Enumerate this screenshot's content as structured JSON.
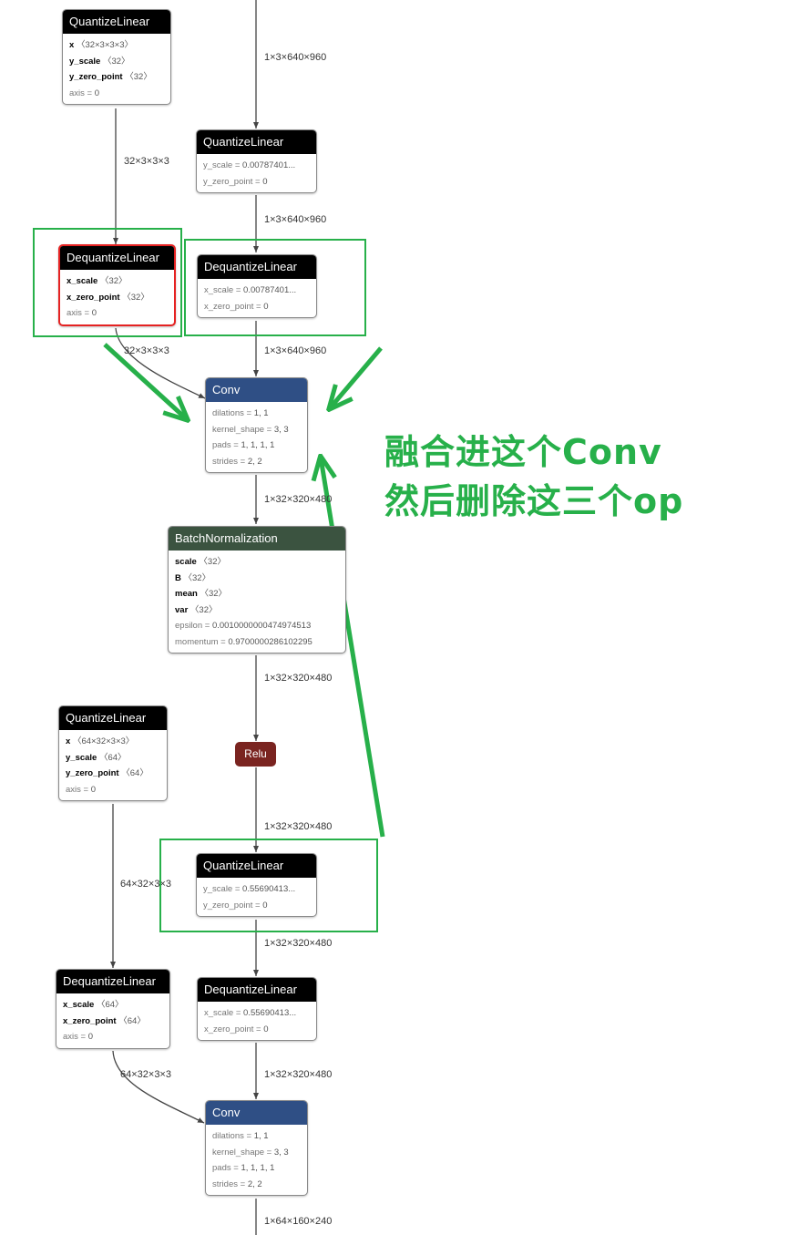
{
  "nodes": {
    "q1": {
      "title": "QuantizeLinear",
      "attrs": [
        {
          "k": "x",
          "v": "〈32×3×3×3〉",
          "bold": true
        },
        {
          "k": "y_scale",
          "v": "〈32〉",
          "bold": true
        },
        {
          "k": "y_zero_point",
          "v": "〈32〉",
          "bold": true
        },
        {
          "k": "axis",
          "v": "0",
          "bold": false
        }
      ]
    },
    "q2": {
      "title": "QuantizeLinear",
      "attrs": [
        {
          "k": "y_scale",
          "v": "0.00787401...",
          "bold": false
        },
        {
          "k": "y_zero_point",
          "v": "0",
          "bold": false
        }
      ]
    },
    "dq1": {
      "title": "DequantizeLinear",
      "attrs": [
        {
          "k": "x_scale",
          "v": "〈32〉",
          "bold": true
        },
        {
          "k": "x_zero_point",
          "v": "〈32〉",
          "bold": true
        },
        {
          "k": "axis",
          "v": "0",
          "bold": false
        }
      ]
    },
    "dq2": {
      "title": "DequantizeLinear",
      "attrs": [
        {
          "k": "x_scale",
          "v": "0.00787401...",
          "bold": false
        },
        {
          "k": "x_zero_point",
          "v": "0",
          "bold": false
        }
      ]
    },
    "conv1": {
      "title": "Conv",
      "attrs": [
        {
          "k": "dilations",
          "v": "1, 1",
          "bold": false
        },
        {
          "k": "kernel_shape",
          "v": "3, 3",
          "bold": false
        },
        {
          "k": "pads",
          "v": "1, 1, 1, 1",
          "bold": false
        },
        {
          "k": "strides",
          "v": "2, 2",
          "bold": false
        }
      ]
    },
    "bn": {
      "title": "BatchNormalization",
      "attrs": [
        {
          "k": "scale",
          "v": "〈32〉",
          "bold": true
        },
        {
          "k": "B",
          "v": "〈32〉",
          "bold": true
        },
        {
          "k": "mean",
          "v": "〈32〉",
          "bold": true
        },
        {
          "k": "var",
          "v": "〈32〉",
          "bold": true
        },
        {
          "k": "epsilon",
          "v": "0.0010000000474974513",
          "bold": false
        },
        {
          "k": "momentum",
          "v": "0.9700000286102295",
          "bold": false
        }
      ]
    },
    "relu": {
      "title": "Relu"
    },
    "q3": {
      "title": "QuantizeLinear",
      "attrs": [
        {
          "k": "x",
          "v": "〈64×32×3×3〉",
          "bold": true
        },
        {
          "k": "y_scale",
          "v": "〈64〉",
          "bold": true
        },
        {
          "k": "y_zero_point",
          "v": "〈64〉",
          "bold": true
        },
        {
          "k": "axis",
          "v": "0",
          "bold": false
        }
      ]
    },
    "q4": {
      "title": "QuantizeLinear",
      "attrs": [
        {
          "k": "y_scale",
          "v": "0.55690413...",
          "bold": false
        },
        {
          "k": "y_zero_point",
          "v": "0",
          "bold": false
        }
      ]
    },
    "dq3": {
      "title": "DequantizeLinear",
      "attrs": [
        {
          "k": "x_scale",
          "v": "〈64〉",
          "bold": true
        },
        {
          "k": "x_zero_point",
          "v": "〈64〉",
          "bold": true
        },
        {
          "k": "axis",
          "v": "0",
          "bold": false
        }
      ]
    },
    "dq4": {
      "title": "DequantizeLinear",
      "attrs": [
        {
          "k": "x_scale",
          "v": "0.55690413...",
          "bold": false
        },
        {
          "k": "x_zero_point",
          "v": "0",
          "bold": false
        }
      ]
    },
    "conv2": {
      "title": "Conv",
      "attrs": [
        {
          "k": "dilations",
          "v": "1, 1",
          "bold": false
        },
        {
          "k": "kernel_shape",
          "v": "3, 3",
          "bold": false
        },
        {
          "k": "pads",
          "v": "1, 1, 1, 1",
          "bold": false
        },
        {
          "k": "strides",
          "v": "2, 2",
          "bold": false
        }
      ]
    }
  },
  "edges": {
    "e_in": "1×3×640×960",
    "e_q1_dq1": "32×3×3×3",
    "e_q2_dq2": "1×3×640×960",
    "e_dq1_conv1": "32×3×3×3",
    "e_dq2_conv1": "1×3×640×960",
    "e_conv1_bn": "1×32×320×480",
    "e_bn_relu": "1×32×320×480",
    "e_relu_q4": "1×32×320×480",
    "e_q3_dq3": "64×32×3×3",
    "e_q4_dq4": "1×32×320×480",
    "e_dq4_conv2": "1×32×320×480",
    "e_dq3_conv2": "64×32×3×3",
    "e_out": "1×64×160×240"
  },
  "annotation": {
    "line1": "融合进这个Conv",
    "line2": "然后删除这三个op",
    "color": "#27b04a"
  }
}
